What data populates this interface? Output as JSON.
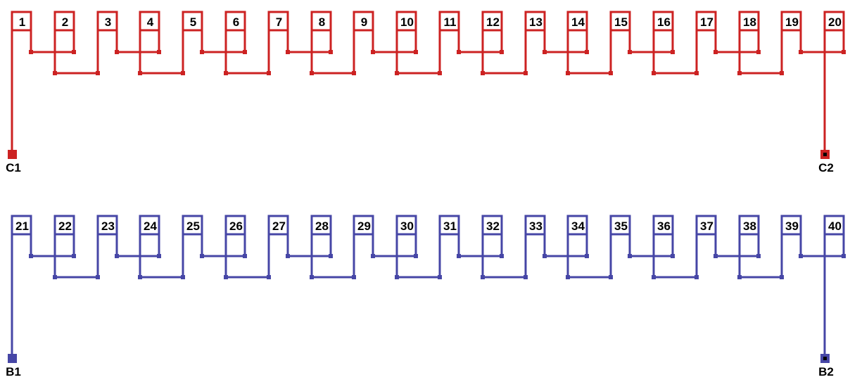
{
  "windings": [
    {
      "name": "C",
      "color": "#cc2222",
      "coils": [
        "1",
        "2",
        "3",
        "4",
        "5",
        "6",
        "7",
        "8",
        "9",
        "10",
        "11",
        "12",
        "13",
        "14",
        "15",
        "16",
        "17",
        "18",
        "19",
        "20"
      ],
      "start_terminal": "C1",
      "end_terminal": "C2"
    },
    {
      "name": "B",
      "color": "#4646a6",
      "coils": [
        "21",
        "22",
        "23",
        "24",
        "25",
        "26",
        "27",
        "28",
        "29",
        "30",
        "31",
        "32",
        "33",
        "34",
        "35",
        "36",
        "37",
        "38",
        "39",
        "40"
      ],
      "start_terminal": "B1",
      "end_terminal": "B2"
    }
  ]
}
